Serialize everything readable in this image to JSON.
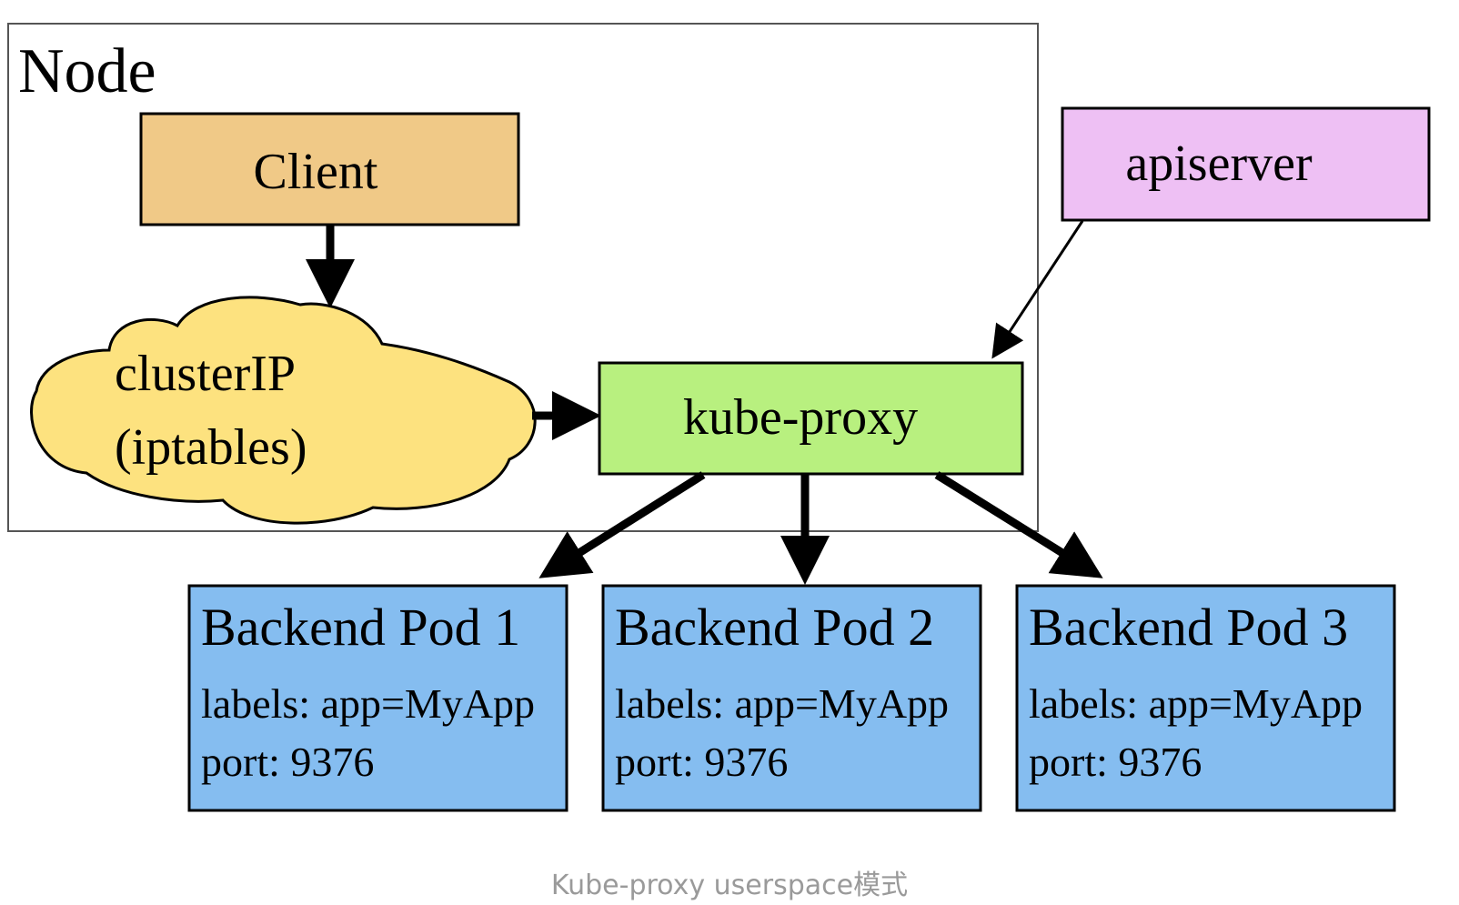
{
  "diagram": {
    "node_label": "Node",
    "client": "Client",
    "clusterip": {
      "line1": "clusterIP",
      "line2": "(iptables)"
    },
    "kube_proxy": "kube-proxy",
    "apiserver": "apiserver",
    "pods": [
      {
        "title": "Backend Pod 1",
        "labels": "labels: app=MyApp",
        "port": "port: 9376"
      },
      {
        "title": "Backend Pod 2",
        "labels": "labels: app=MyApp",
        "port": "port: 9376"
      },
      {
        "title": "Backend Pod 3",
        "labels": "labels: app=MyApp",
        "port": "port: 9376"
      }
    ]
  },
  "colors": {
    "client": "#f0c987",
    "clusterip": "#fde27f",
    "kube_proxy": "#b8f07f",
    "apiserver": "#eec0f4",
    "pod": "#85bdf0",
    "caption": "#9a9a9a"
  },
  "caption": "Kube-proxy userspace模式"
}
